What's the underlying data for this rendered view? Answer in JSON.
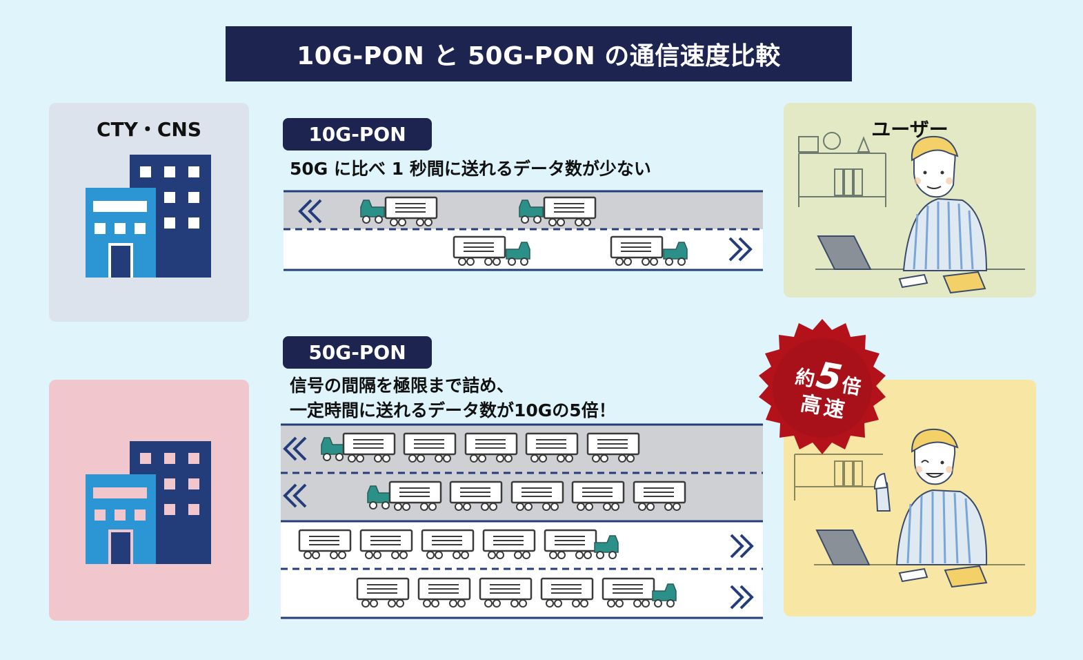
{
  "title": "10G-PON と 50G-PON の通信速度比較",
  "company": {
    "name": "CTY・CNS"
  },
  "user": {
    "name": "ユーザー"
  },
  "pon10g": {
    "label": "10G-PON",
    "description": "50G に比べ 1 秒間に送れるデータ数が少ない"
  },
  "pon50g": {
    "label": "50G-PON",
    "description_line1": "信号の間隔を極限まで詰め、",
    "description_line2": "一定時間に送れるデータ数が10Gの5倍！"
  },
  "badge": {
    "prefix": "約",
    "number": "5",
    "suffix": "倍",
    "line2": "高速"
  },
  "colors": {
    "navy": "#1d2450",
    "truck_teal": "#2a9088",
    "badge_red": "#b3121b",
    "building_light": "#2b96d3",
    "building_dark": "#233d7b"
  },
  "icons": [
    "building-icon",
    "truck-icon",
    "double-chevron-left-icon",
    "double-chevron-right-icon",
    "user-illustration"
  ]
}
